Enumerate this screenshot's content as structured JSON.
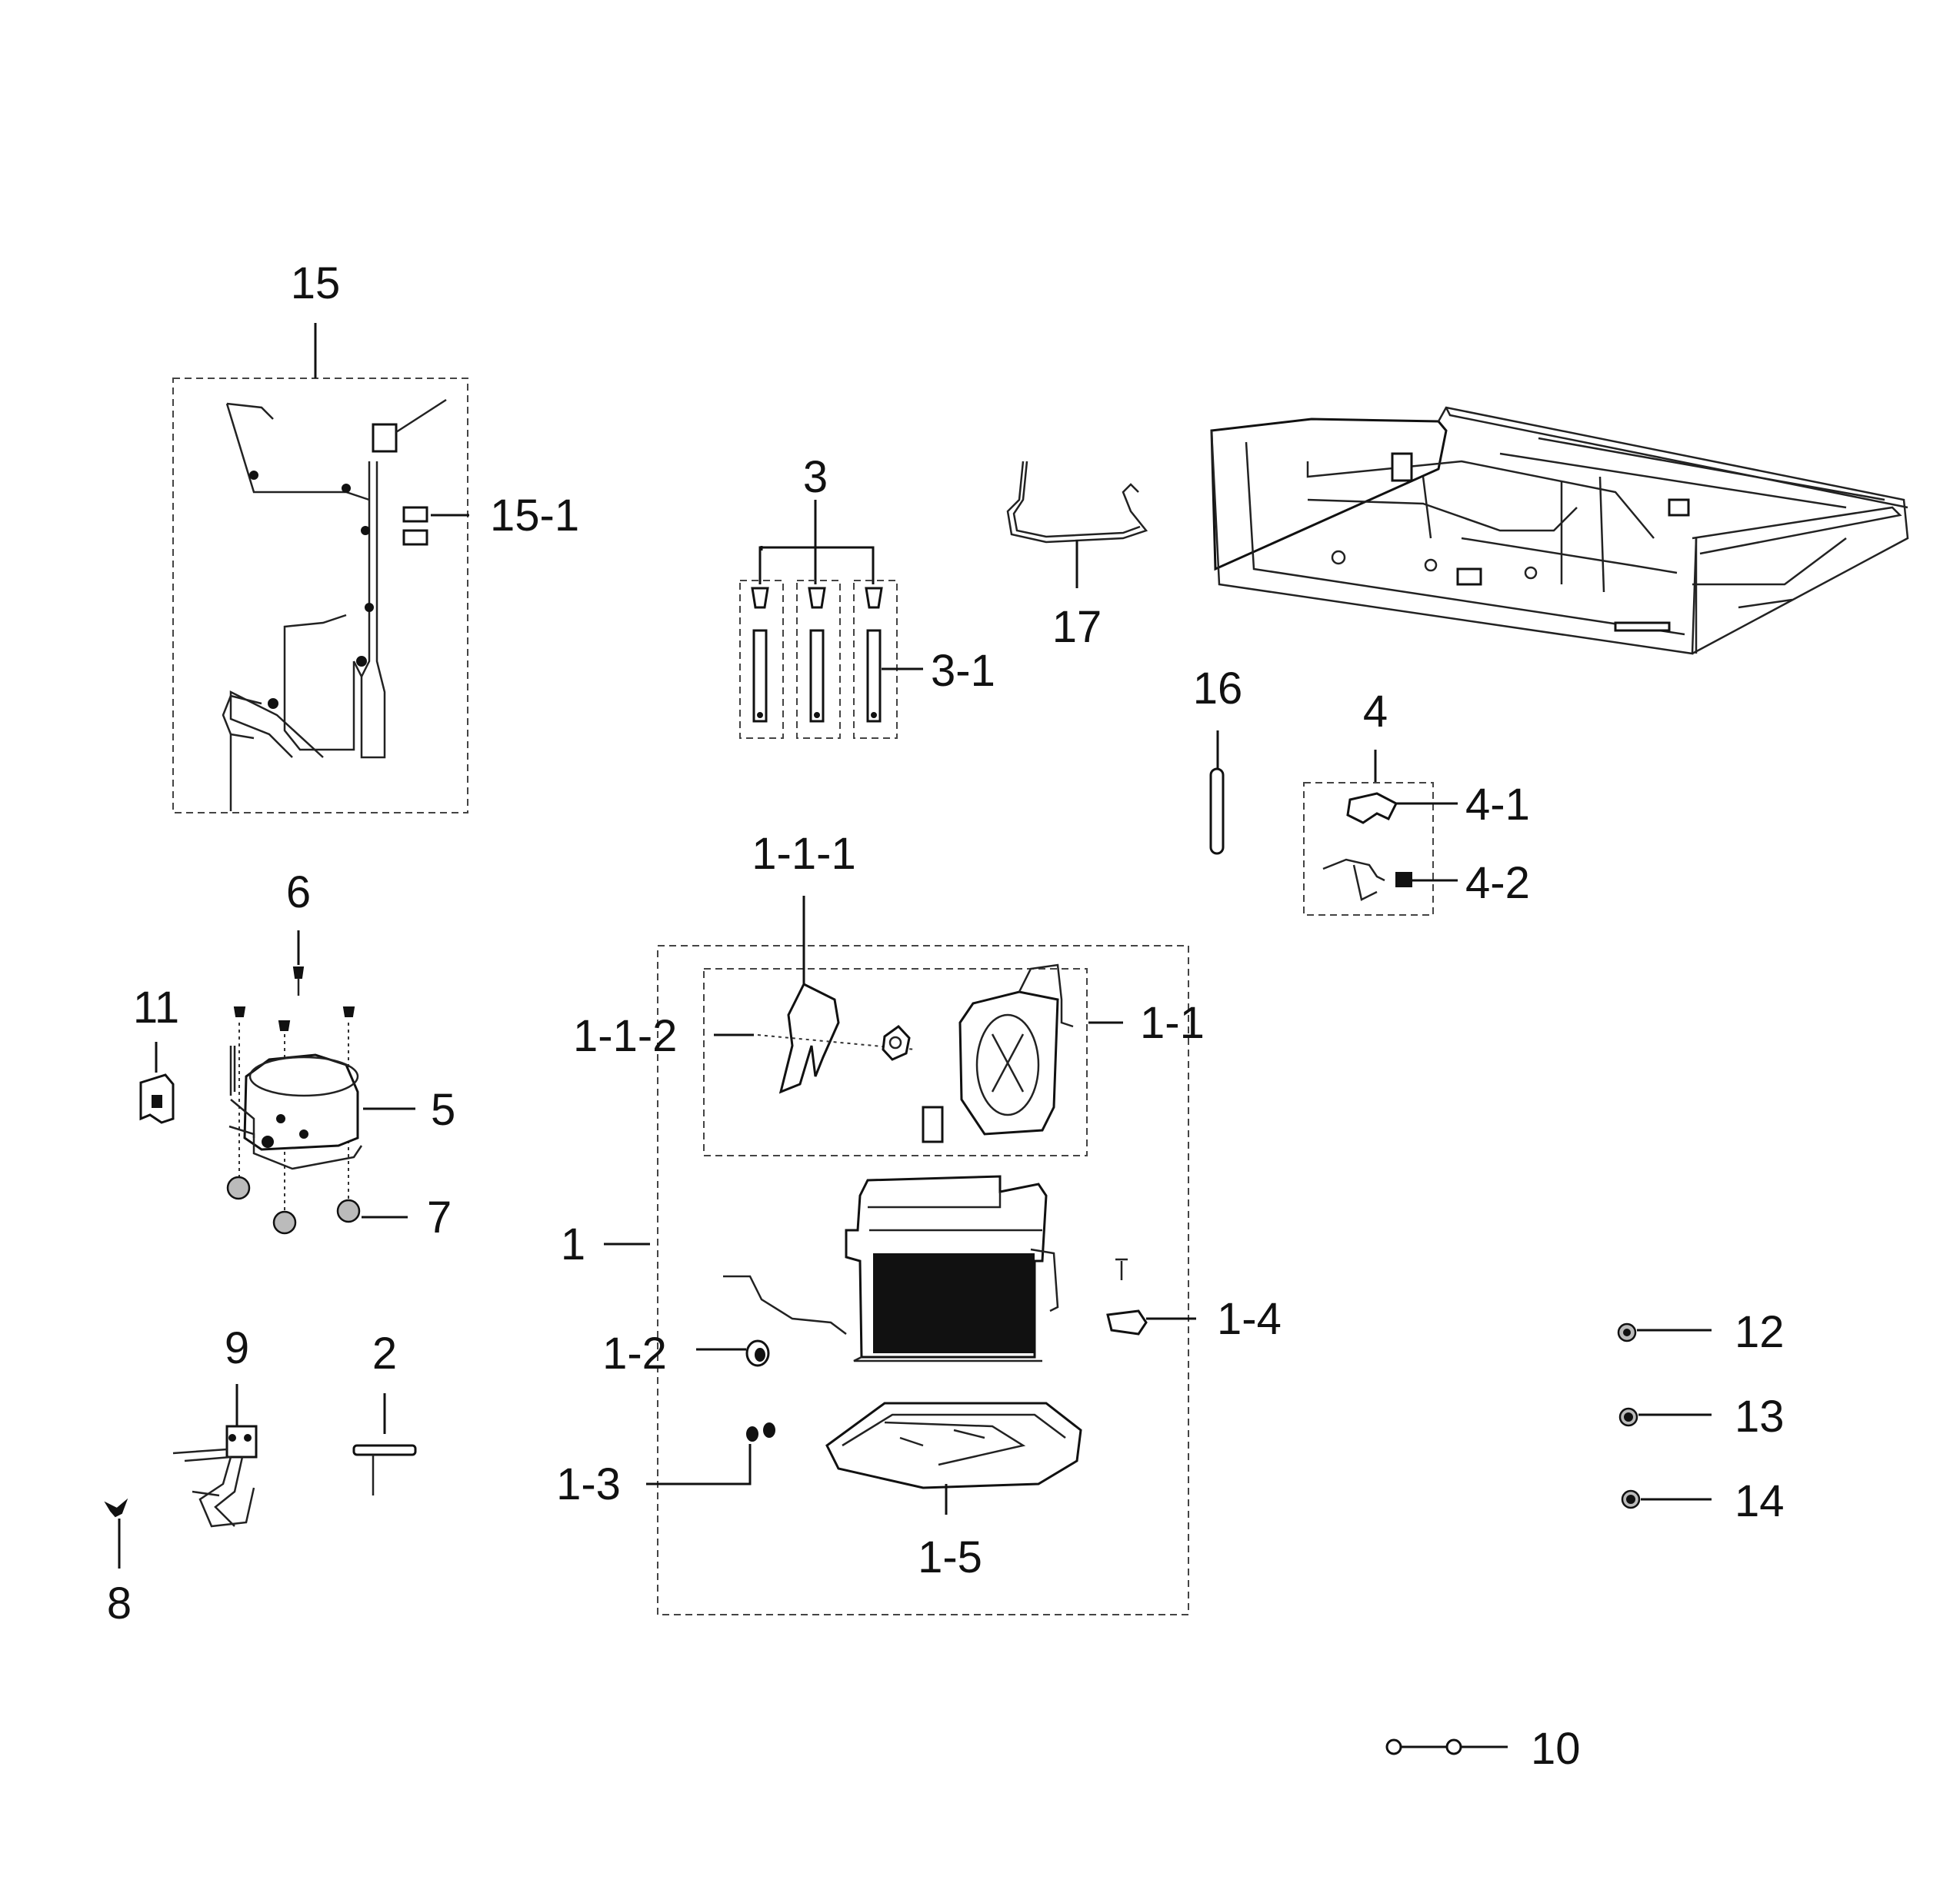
{
  "diagram": {
    "labels": {
      "p15": "15",
      "p15_1": "15-1",
      "p3": "3",
      "p3_1": "3-1",
      "p17": "17",
      "p16": "16",
      "p4": "4",
      "p4_1": "4-1",
      "p4_2": "4-2",
      "p1_1_1": "1-1-1",
      "p1_1_2": "1-1-2",
      "p1_1": "1-1",
      "p6": "6",
      "p11": "11",
      "p5": "5",
      "p7": "7",
      "p1": "1",
      "p1_2": "1-2",
      "p1_4": "1-4",
      "p1_3": "1-3",
      "p1_5": "1-5",
      "p9": "9",
      "p2": "2",
      "p8": "8",
      "p12": "12",
      "p13": "13",
      "p14": "14",
      "p10": "10"
    }
  }
}
